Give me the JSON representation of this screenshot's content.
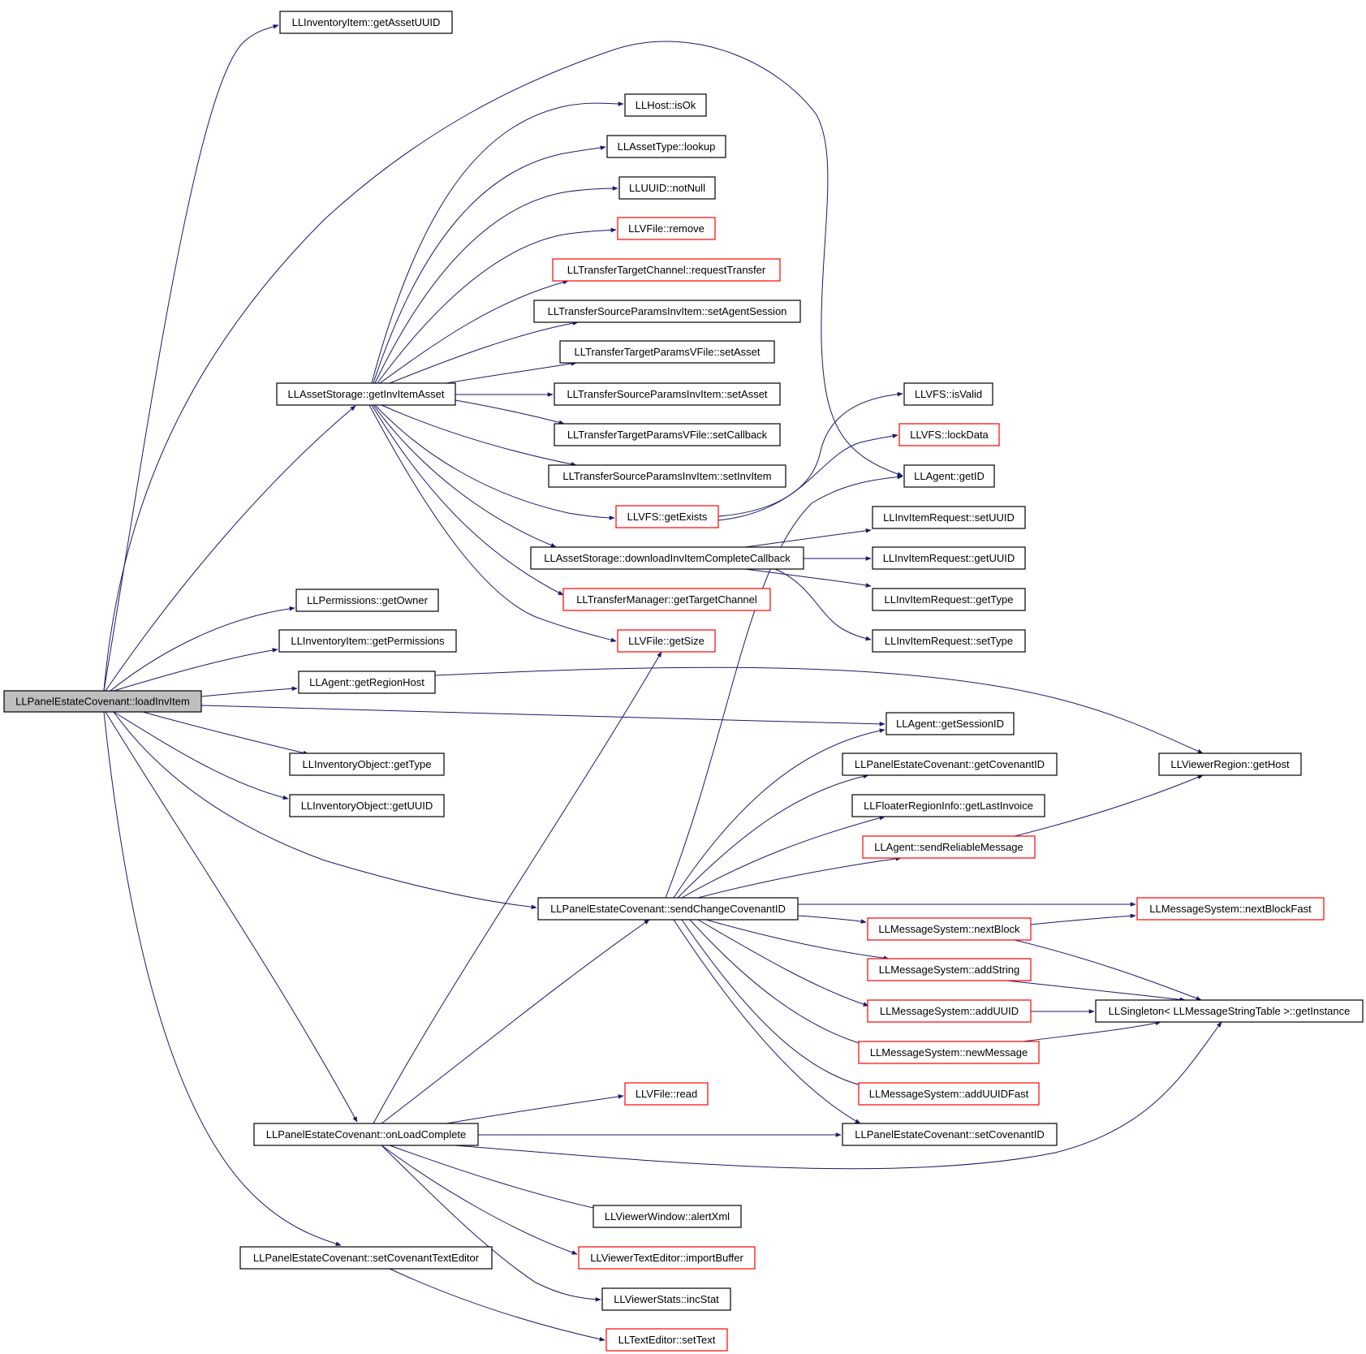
{
  "diagram": {
    "colors": {
      "edge": "#191970",
      "root_fill": "#bfbfbf",
      "normal_border": "#000000",
      "truncated_border": "#ff0000",
      "background": "#ffffff"
    },
    "nodes": [
      {
        "id": "loadInvItem",
        "label": "LLPanelEstateCovenant::loadInvItem",
        "style": "root"
      },
      {
        "id": "getAssetUUID",
        "label": "LLInventoryItem::getAssetUUID",
        "style": "normal"
      },
      {
        "id": "getInvItemAsset",
        "label": "LLAssetStorage::getInvItemAsset",
        "style": "normal"
      },
      {
        "id": "isOk",
        "label": "LLHost::isOk",
        "style": "normal"
      },
      {
        "id": "lookup",
        "label": "LLAssetType::lookup",
        "style": "normal"
      },
      {
        "id": "notNull",
        "label": "LLUUID::notNull",
        "style": "normal"
      },
      {
        "id": "remove",
        "label": "LLVFile::remove",
        "style": "truncated"
      },
      {
        "id": "requestTransfer",
        "label": "LLTransferTargetChannel::requestTransfer",
        "style": "truncated"
      },
      {
        "id": "setAgentSession",
        "label": "LLTransferSourceParamsInvItem::setAgentSession",
        "style": "normal"
      },
      {
        "id": "vfSetAsset",
        "label": "LLTransferTargetParamsVFile::setAsset",
        "style": "normal"
      },
      {
        "id": "invSetAsset",
        "label": "LLTransferSourceParamsInvItem::setAsset",
        "style": "normal"
      },
      {
        "id": "setCallback",
        "label": "LLTransferTargetParamsVFile::setCallback",
        "style": "normal"
      },
      {
        "id": "setInvItem",
        "label": "LLTransferSourceParamsInvItem::setInvItem",
        "style": "normal"
      },
      {
        "id": "getExists",
        "label": "LLVFS::getExists",
        "style": "truncated"
      },
      {
        "id": "downloadCb",
        "label": "LLAssetStorage::downloadInvItemCompleteCallback",
        "style": "normal"
      },
      {
        "id": "getTargetChannel",
        "label": "LLTransferManager::getTargetChannel",
        "style": "truncated"
      },
      {
        "id": "getSize",
        "label": "LLVFile::getSize",
        "style": "truncated"
      },
      {
        "id": "isValid",
        "label": "LLVFS::isValid",
        "style": "normal"
      },
      {
        "id": "lockData",
        "label": "LLVFS::lockData",
        "style": "truncated"
      },
      {
        "id": "getID",
        "label": "LLAgent::getID",
        "style": "normal"
      },
      {
        "id": "reqSetUUID",
        "label": "LLInvItemRequest::setUUID",
        "style": "normal"
      },
      {
        "id": "reqGetUUID",
        "label": "LLInvItemRequest::getUUID",
        "style": "normal"
      },
      {
        "id": "reqGetType",
        "label": "LLInvItemRequest::getType",
        "style": "normal"
      },
      {
        "id": "reqSetType",
        "label": "LLInvItemRequest::setType",
        "style": "normal"
      },
      {
        "id": "getOwner",
        "label": "LLPermissions::getOwner",
        "style": "normal"
      },
      {
        "id": "getPermissions",
        "label": "LLInventoryItem::getPermissions",
        "style": "normal"
      },
      {
        "id": "getRegionHost",
        "label": "LLAgent::getRegionHost",
        "style": "normal"
      },
      {
        "id": "getSessionID",
        "label": "LLAgent::getSessionID",
        "style": "normal"
      },
      {
        "id": "objGetType",
        "label": "LLInventoryObject::getType",
        "style": "normal"
      },
      {
        "id": "objGetUUID",
        "label": "LLInventoryObject::getUUID",
        "style": "normal"
      },
      {
        "id": "getCovenantID",
        "label": "LLPanelEstateCovenant::getCovenantID",
        "style": "normal"
      },
      {
        "id": "getLastInvoice",
        "label": "LLFloaterRegionInfo::getLastInvoice",
        "style": "normal"
      },
      {
        "id": "sendReliable",
        "label": "LLAgent::sendReliableMessage",
        "style": "truncated"
      },
      {
        "id": "getHost",
        "label": "LLViewerRegion::getHost",
        "style": "normal"
      },
      {
        "id": "sendChange",
        "label": "LLPanelEstateCovenant::sendChangeCovenantID",
        "style": "normal"
      },
      {
        "id": "nextBlockFast",
        "label": "LLMessageSystem::nextBlockFast",
        "style": "truncated"
      },
      {
        "id": "nextBlock",
        "label": "LLMessageSystem::nextBlock",
        "style": "truncated"
      },
      {
        "id": "addString",
        "label": "LLMessageSystem::addString",
        "style": "truncated"
      },
      {
        "id": "addUUID",
        "label": "LLMessageSystem::addUUID",
        "style": "truncated"
      },
      {
        "id": "getInstance",
        "label": "LLSingleton< LLMessageStringTable >::getInstance",
        "style": "normal"
      },
      {
        "id": "newMessage",
        "label": "LLMessageSystem::newMessage",
        "style": "truncated"
      },
      {
        "id": "addUUIDFast",
        "label": "LLMessageSystem::addUUIDFast",
        "style": "truncated"
      },
      {
        "id": "vfRead",
        "label": "LLVFile::read",
        "style": "truncated"
      },
      {
        "id": "onLoadComplete",
        "label": "LLPanelEstateCovenant::onLoadComplete",
        "style": "normal"
      },
      {
        "id": "setCovenantID",
        "label": "LLPanelEstateCovenant::setCovenantID",
        "style": "normal"
      },
      {
        "id": "alertXml",
        "label": "LLViewerWindow::alertXml",
        "style": "normal"
      },
      {
        "id": "setCovenantTextEditor",
        "label": "LLPanelEstateCovenant::setCovenantTextEditor",
        "style": "normal"
      },
      {
        "id": "importBuffer",
        "label": "LLViewerTextEditor::importBuffer",
        "style": "truncated"
      },
      {
        "id": "incStat",
        "label": "LLViewerStats::incStat",
        "style": "normal"
      },
      {
        "id": "setText",
        "label": "LLTextEditor::setText",
        "style": "truncated"
      }
    ]
  }
}
